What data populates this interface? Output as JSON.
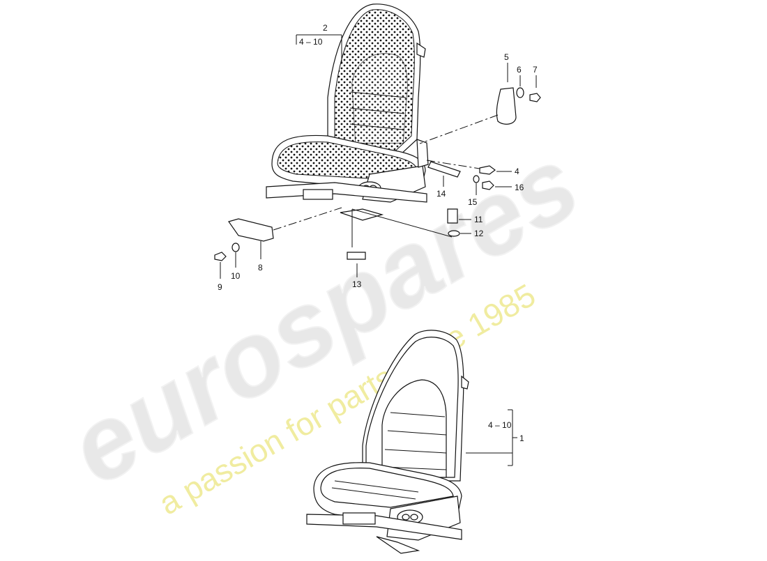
{
  "watermark": {
    "brand": "eurospares",
    "tagline": "a passion for parts since 1985",
    "brand_color": "#e6e6e6",
    "tagline_color": "#f0eca0"
  },
  "callouts": {
    "top_seat_number": "2",
    "top_seat_range": "4 – 10",
    "bottom_seat_number": "1",
    "bottom_seat_range": "4 – 10",
    "p4": "4",
    "p5": "5",
    "p6": "6",
    "p7": "7",
    "p8": "8",
    "p9": "9",
    "p10": "10",
    "p11": "11",
    "p12": "12",
    "p13": "13",
    "p14": "14",
    "p15": "15",
    "p16": "16"
  }
}
